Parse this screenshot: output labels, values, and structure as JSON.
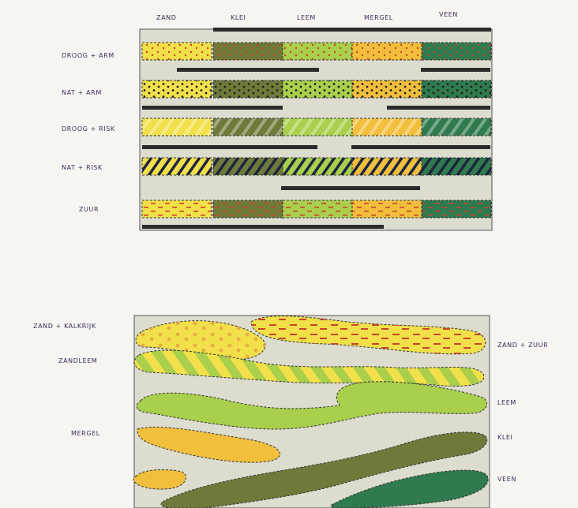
{
  "palette": {
    "paper": "#f6f5f1",
    "panel": "#dcdccf",
    "zand": "#f2e04a",
    "klei": "#6f7a3a",
    "leem": "#a9cf4c",
    "mergel": "#f2bf3c",
    "veen": "#2f7a4e",
    "bar": "#2b2b2b",
    "dot_red": "#c8442a",
    "dot_black": "#1e1e1e",
    "hatch_yellow": "#e6d23a",
    "hatch_dark": "#1d2440"
  },
  "matrix": {
    "columns": [
      "ZAND",
      "KLEI",
      "LEEM",
      "MERGEL",
      "VEEN"
    ],
    "rows": [
      {
        "label": "DROOG + ARM",
        "pattern": "dots-red"
      },
      {
        "label": "NAT + ARM",
        "pattern": "dots-black"
      },
      {
        "label": "DROOG + RISK",
        "pattern": "hatch-light"
      },
      {
        "label": "NAT + RISK",
        "pattern": "hatch-dark"
      },
      {
        "label": "ZUUR",
        "pattern": "dash-red"
      }
    ]
  },
  "landscape": {
    "left_labels": [
      "ZAND + KALKRIJK",
      "ZANDLEEM",
      "MERGEL"
    ],
    "right_labels": [
      "ZAND + ZUUR",
      "LEEM",
      "KLEI",
      "VEEN"
    ]
  }
}
